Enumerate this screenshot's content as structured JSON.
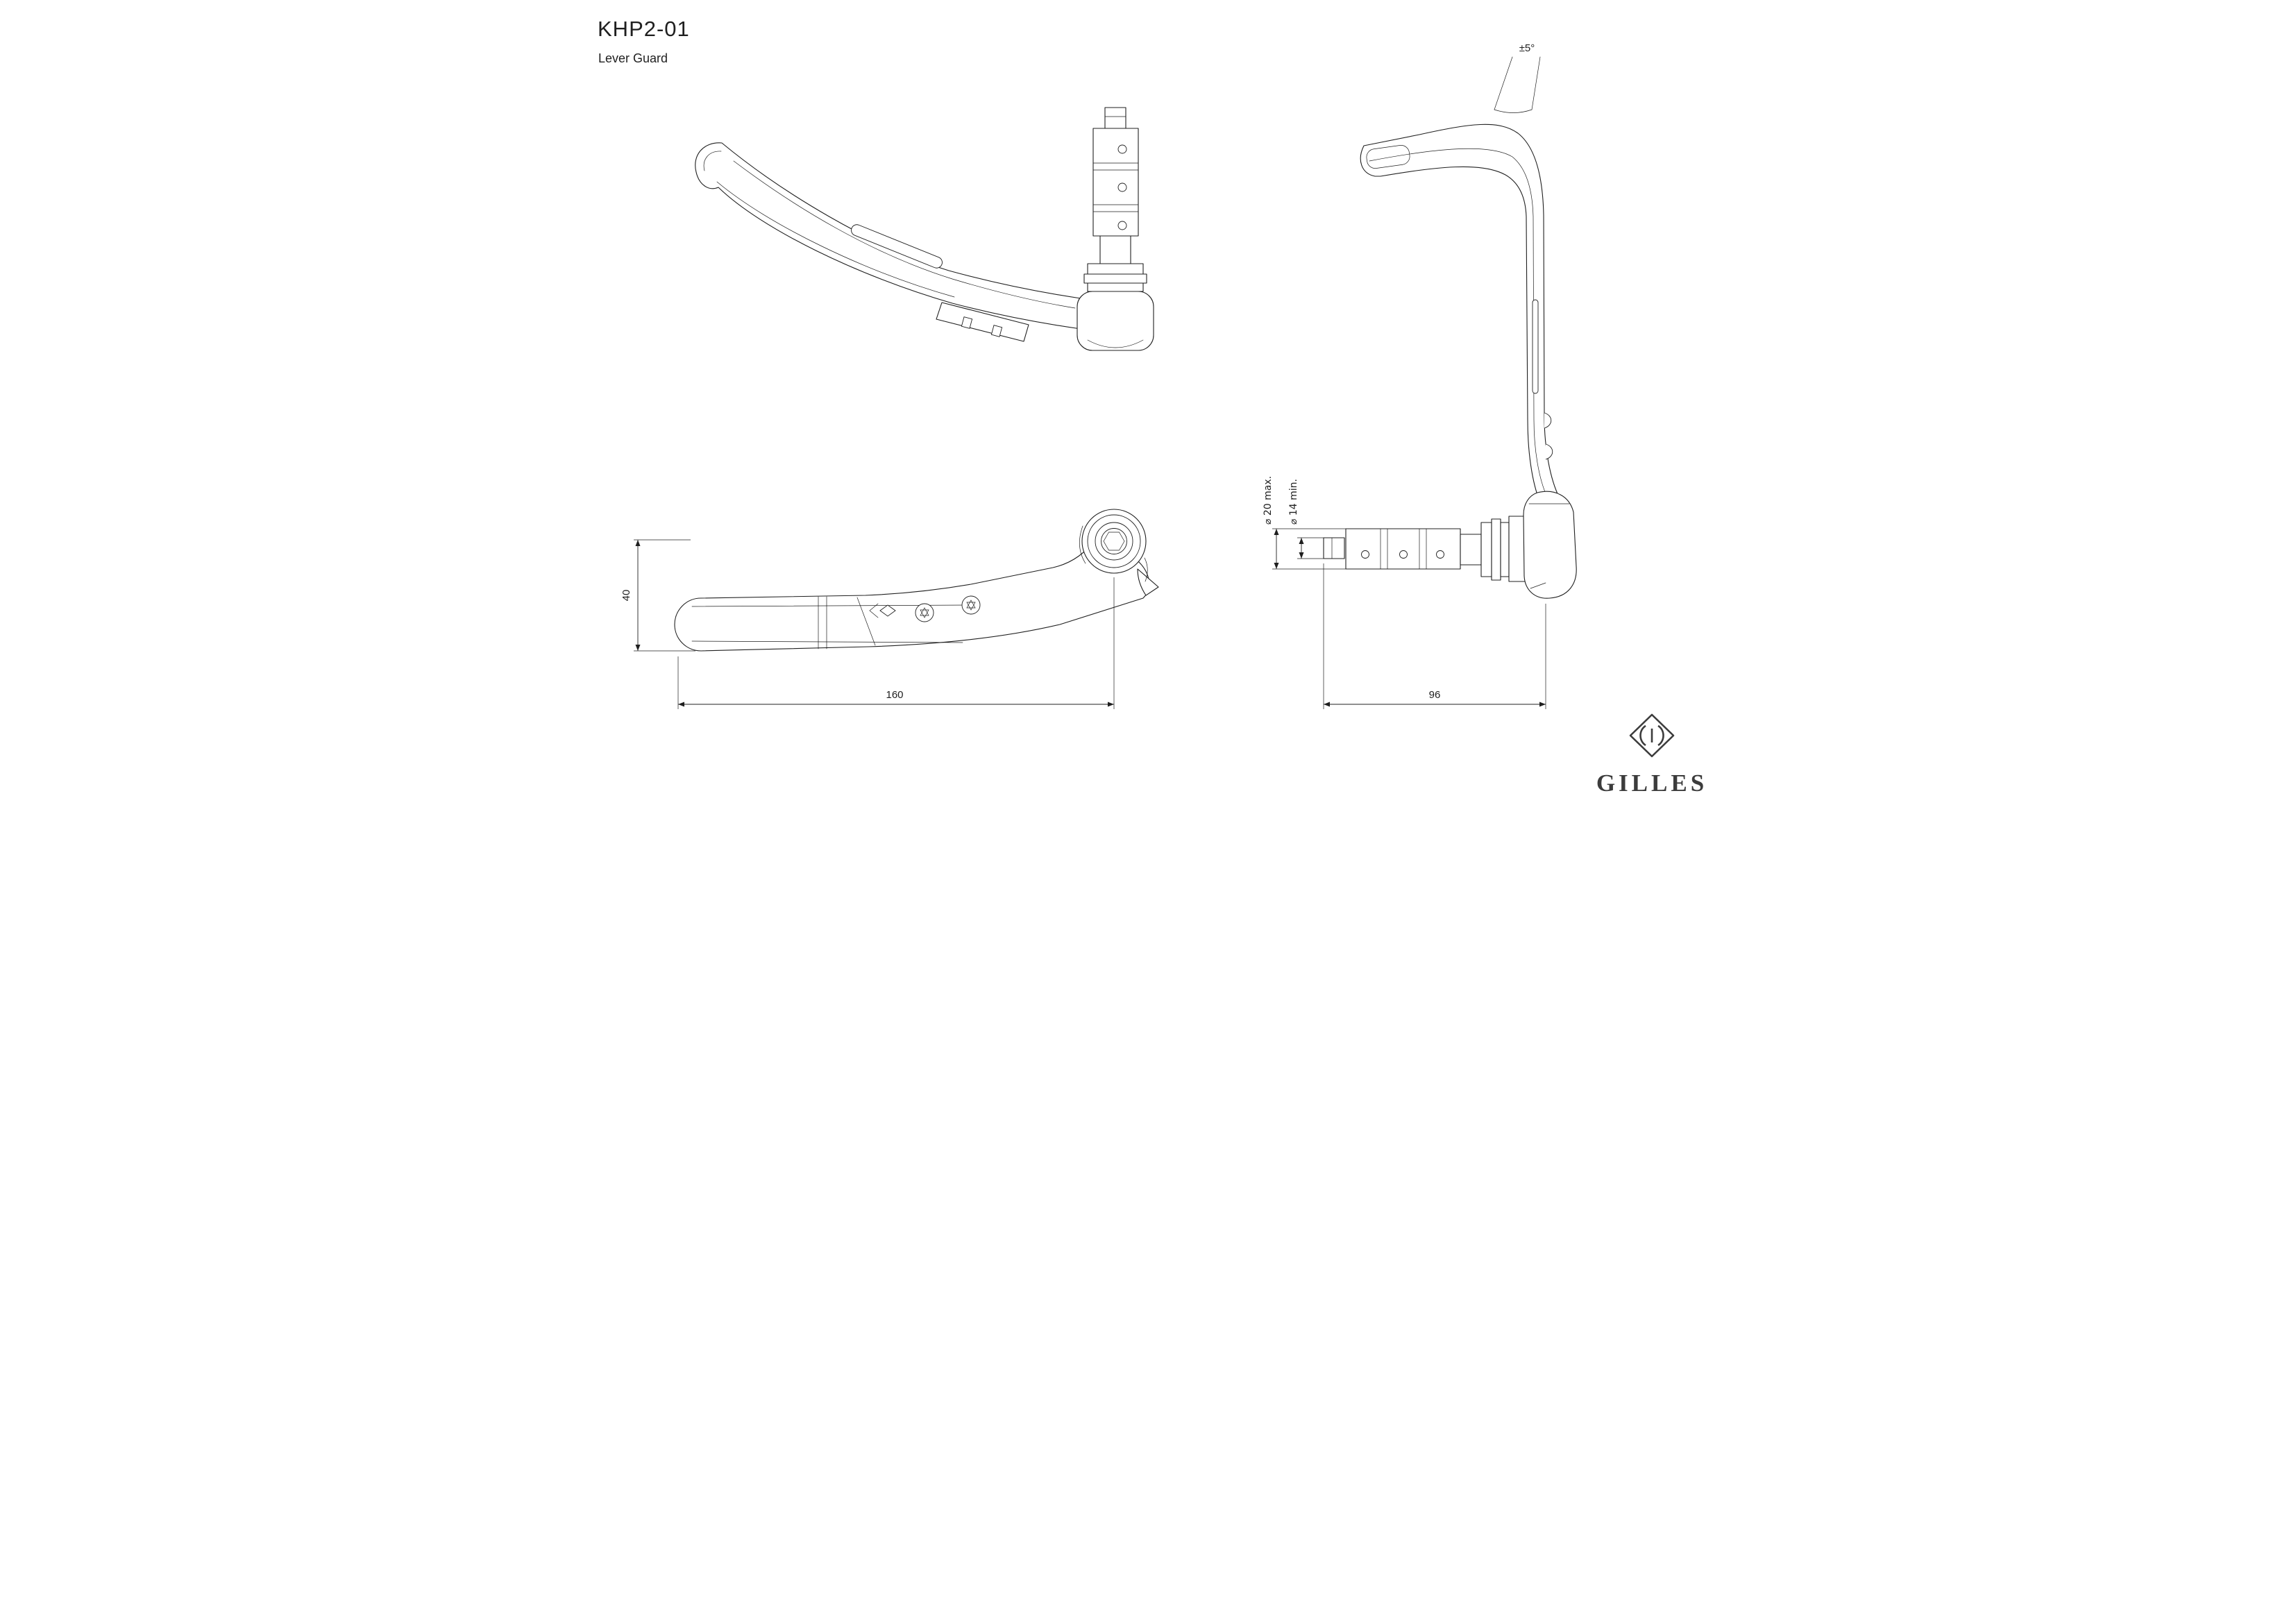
{
  "title": "KHP2-01",
  "subtitle": "Lever Guard",
  "dimensions": {
    "angle_tolerance": "±5°",
    "lever_height": "40",
    "lever_length": "160",
    "clamp_length": "96",
    "clamp_diameter_max": "⌀ 20 max.",
    "clamp_diameter_min": "⌀ 14 min."
  },
  "brand": {
    "name": "GILLES"
  },
  "colors": {
    "line": "#1f1f1f",
    "background": "#ffffff",
    "brand": "#3c3c3c"
  }
}
